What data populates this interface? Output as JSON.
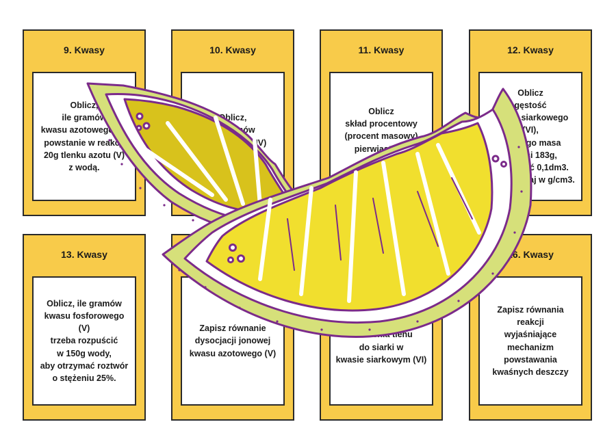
{
  "colors": {
    "card_fill": "#f8cb4a",
    "card_border": "#2a2a2a",
    "lemon_outline": "#7b2b8a",
    "lemon_peel": "#d6e07a",
    "lemon_pulp": "#f1df2e",
    "lemon_pulp_dark": "#d8c21c"
  },
  "cards": [
    {
      "title": "9. Kwasy",
      "body": "Oblicz,\nile gramów\nkwasu azotowego (V)\npowstanie w reakcji\n20g tlenku azotu (V)\nz wodą."
    },
    {
      "title": "10. Kwasy",
      "body": "Oblicz,\nile gramów\ntlenku węgla (IV)\nnależy użyć"
    },
    {
      "title": "11. Kwasy",
      "body": "Oblicz\nskład procentowy\n(procent masowy)\npierwiastków\nw kwasie"
    },
    {
      "title": "12. Kwasy",
      "body": "Oblicz\ngęstość\nkwasu siarkowego (VI),\njeśli jego masa\nwynosi 183g,\na objętość 0,1dm3.\nWynik podaj w g/cm3."
    },
    {
      "title": "13. Kwasy",
      "body": "Oblicz, ile gramów\nkwasu fosforowego (V)\ntrzeba rozpuścić\nw 150g wody,\naby otrzymać roztwór\no stężeniu 25%."
    },
    {
      "title": "14. Kwasy",
      "body": "Zapisz równanie\ndysocjacji jonowej\nkwasu azotowego (V)"
    },
    {
      "title": "15. Kwasy",
      "body": "Oblicz stopień\nutlenienia tlenu\ndo siarki w\nkwasie siarkowym (VI)"
    },
    {
      "title": "16. Kwasy",
      "body": "Zapisz równania reakcji\nwyjaśniające\nmechanizm\npowstawania\nkwaśnych deszczy"
    }
  ]
}
